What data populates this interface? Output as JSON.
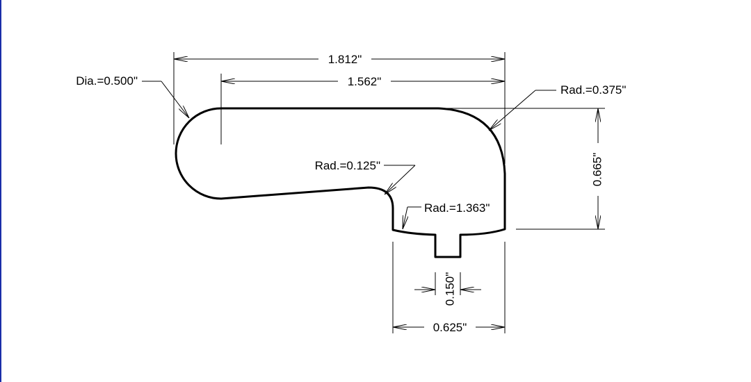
{
  "drawing": {
    "overall_width_label": "1.812\"",
    "inner_width_label": "1.562\"",
    "end_diameter_label": "Dia.=0.500\"",
    "top_radius_label": "Rad.=0.375\"",
    "height_label": "0.665\"",
    "inner_radius_label": "Rad.=0.125\"",
    "bottom_radius_label": "Rad.=1.363\"",
    "tongue_width_label": "0.150\"",
    "base_width_label": "0.625\""
  },
  "colors": {
    "line": "#000000",
    "left_border": "#1a2ea8"
  }
}
